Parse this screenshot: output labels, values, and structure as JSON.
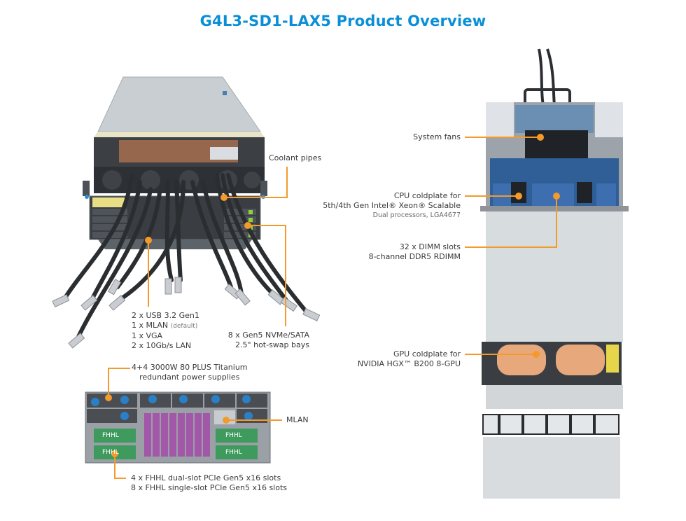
{
  "title": "G4L3-SD1-LAX5 Product Overview",
  "colors": {
    "title": "#0a8fd6",
    "callout": "#f39a2b",
    "text": "#3a3a3a"
  },
  "front_view": {
    "callouts": {
      "coolant_pipes": "Coolant pipes",
      "io_ports": [
        {
          "text": "2 x USB 3.2 Gen1"
        },
        {
          "text": "1 x MLAN",
          "note": "(default)"
        },
        {
          "text": "1 x VGA"
        },
        {
          "text": "2 x 10Gb/s LAN"
        }
      ],
      "drive_bays": [
        "8 x Gen5 NVMe/SATA",
        "2.5\" hot-swap bays"
      ]
    }
  },
  "rear_view": {
    "callouts": {
      "psu": [
        "4+4 3000W 80 PLUS Titanium",
        "redundant power supplies"
      ],
      "mlan": "MLAN",
      "pcie": [
        "4 x FHHL dual-slot PCIe Gen5 x16 slots",
        "8 x FHHL single-slot PCIe Gen5 x16 slots"
      ]
    },
    "slot_label": "FHHL"
  },
  "top_view": {
    "callouts": {
      "fans": "System fans",
      "cpu": [
        "CPU coldplate for",
        "5th/4th Gen Intel® Xeon® Scalable",
        "Dual processors, LGA4677"
      ],
      "dimm": [
        "32 x DIMM slots",
        "8-channel DDR5 RDIMM"
      ],
      "gpu": [
        "GPU coldplate for",
        "NVIDIA HGX™ B200 8-GPU"
      ]
    }
  }
}
